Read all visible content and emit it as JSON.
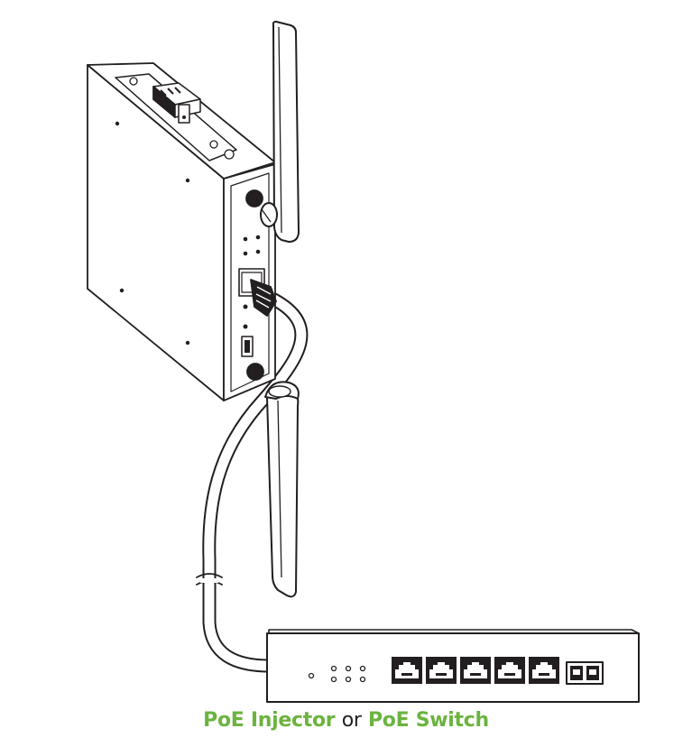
{
  "caption": {
    "primary": "PoE Injector",
    "separator": "or",
    "secondary": "PoE Switch"
  },
  "colors": {
    "accent_green": "#6cb33f",
    "line": "#231f20",
    "background": "#ffffff"
  },
  "components": {
    "device": "industrial-router",
    "antennas": 2,
    "switch_ports": 5
  }
}
